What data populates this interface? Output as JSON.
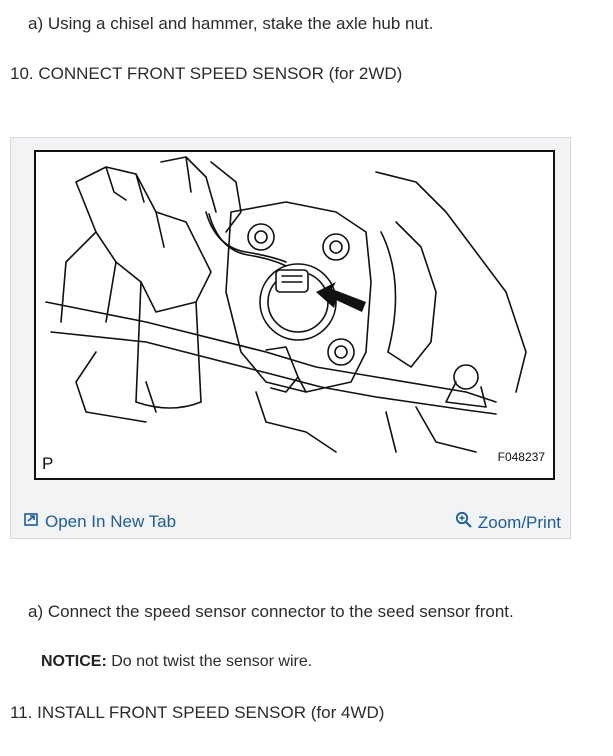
{
  "steps": {
    "a1": "a) Using a chisel and hammer, stake the axle hub nut.",
    "s10": "10. CONNECT FRONT SPEED SENSOR (for 2WD)",
    "a2": "a) Connect the speed sensor connector to the seed sensor front.",
    "notice_label": "NOTICE:",
    "notice_text": " Do not twist the sensor wire.",
    "s11": "11. INSTALL FRONT SPEED SENSOR (for 4WD)"
  },
  "figure": {
    "letter": "P",
    "code": "F048237",
    "open_tab_label": "Open In New Tab",
    "zoom_label": "Zoom/Print",
    "open_tab_icon": "open-in-new-tab-icon",
    "zoom_icon": "zoom-magnifier-icon",
    "link_color": "#1f5c99"
  }
}
